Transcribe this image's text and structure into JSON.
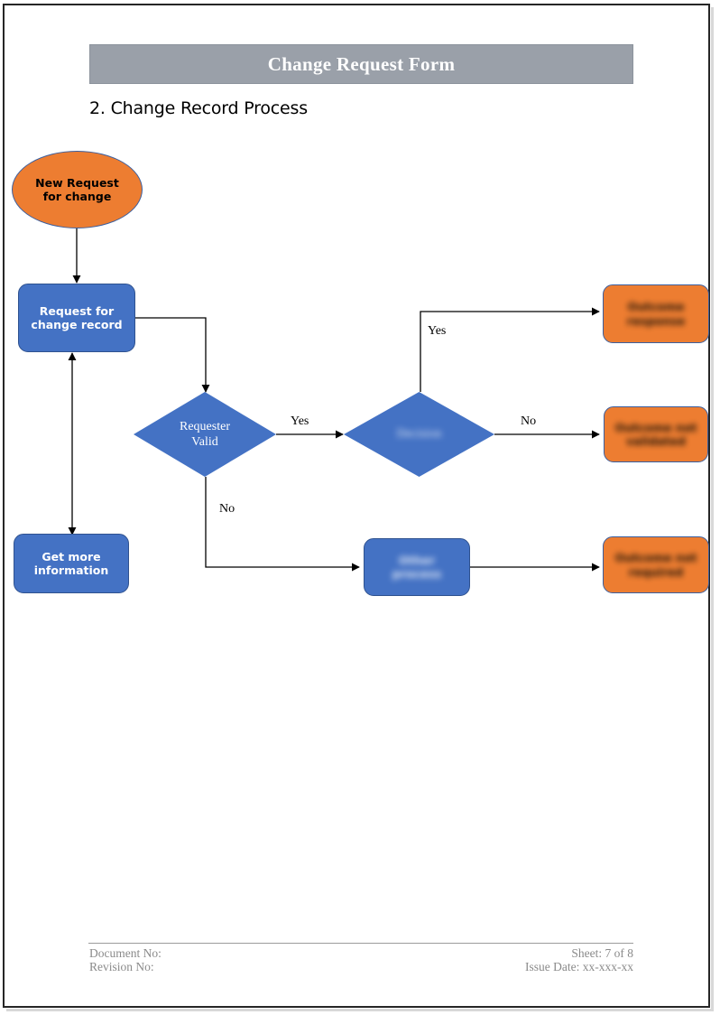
{
  "document": {
    "header_title": "Change Request Form",
    "section_heading": "2. Change Record Process"
  },
  "colors": {
    "header_bar": "#9aa0a9",
    "process_blue": "#4472C4",
    "outcome_orange": "#ED7D31",
    "connector": "#000000",
    "footer_text": "#8a8a8a"
  },
  "flowchart": {
    "type": "flowchart",
    "nodes": [
      {
        "id": "start",
        "shape": "ellipse",
        "label": "New Request\nfor change",
        "fill": "#ED7D31",
        "text_color": "#000000",
        "redacted": false
      },
      {
        "id": "request-record",
        "shape": "process",
        "label": "Request for\nchange record",
        "fill": "#4472C4",
        "text_color": "#ffffff",
        "redacted": false
      },
      {
        "id": "get-more-info",
        "shape": "process",
        "label": "Get more\ninformation",
        "fill": "#4472C4",
        "text_color": "#ffffff",
        "redacted": false
      },
      {
        "id": "requester-valid",
        "shape": "decision",
        "label": "Requester\nValid",
        "fill": "#4472C4",
        "text_color": "#ffffff",
        "redacted": false
      },
      {
        "id": "decision-2",
        "shape": "decision",
        "label": "Decision",
        "fill": "#4472C4",
        "text_color": "#ffffff",
        "redacted": true
      },
      {
        "id": "process-2",
        "shape": "process",
        "label": "Other\nprocess",
        "fill": "#4472C4",
        "text_color": "#ffffff",
        "redacted": true
      },
      {
        "id": "outcome-1",
        "shape": "outcome",
        "label": "Outcome\nresponse",
        "fill": "#ED7D31",
        "text_color": "#1a1207",
        "redacted": true
      },
      {
        "id": "outcome-2",
        "shape": "outcome",
        "label": "Outcome not\nvalidated",
        "fill": "#ED7D31",
        "text_color": "#1a1207",
        "redacted": true
      },
      {
        "id": "outcome-3",
        "shape": "outcome",
        "label": "Outcome not\nrequired",
        "fill": "#ED7D31",
        "text_color": "#1a1207",
        "redacted": true
      }
    ],
    "edge_labels": [
      {
        "id": "yes-up",
        "text": "Yes"
      },
      {
        "id": "yes-right",
        "text": "Yes"
      },
      {
        "id": "no-right",
        "text": "No"
      },
      {
        "id": "no-down",
        "text": "No"
      }
    ]
  },
  "footer": {
    "document_no": "Document No:",
    "revision_no": "Revision No:",
    "sheet": "Sheet: 7 of 8",
    "issue_date": "Issue Date: xx-xxx-xx"
  }
}
